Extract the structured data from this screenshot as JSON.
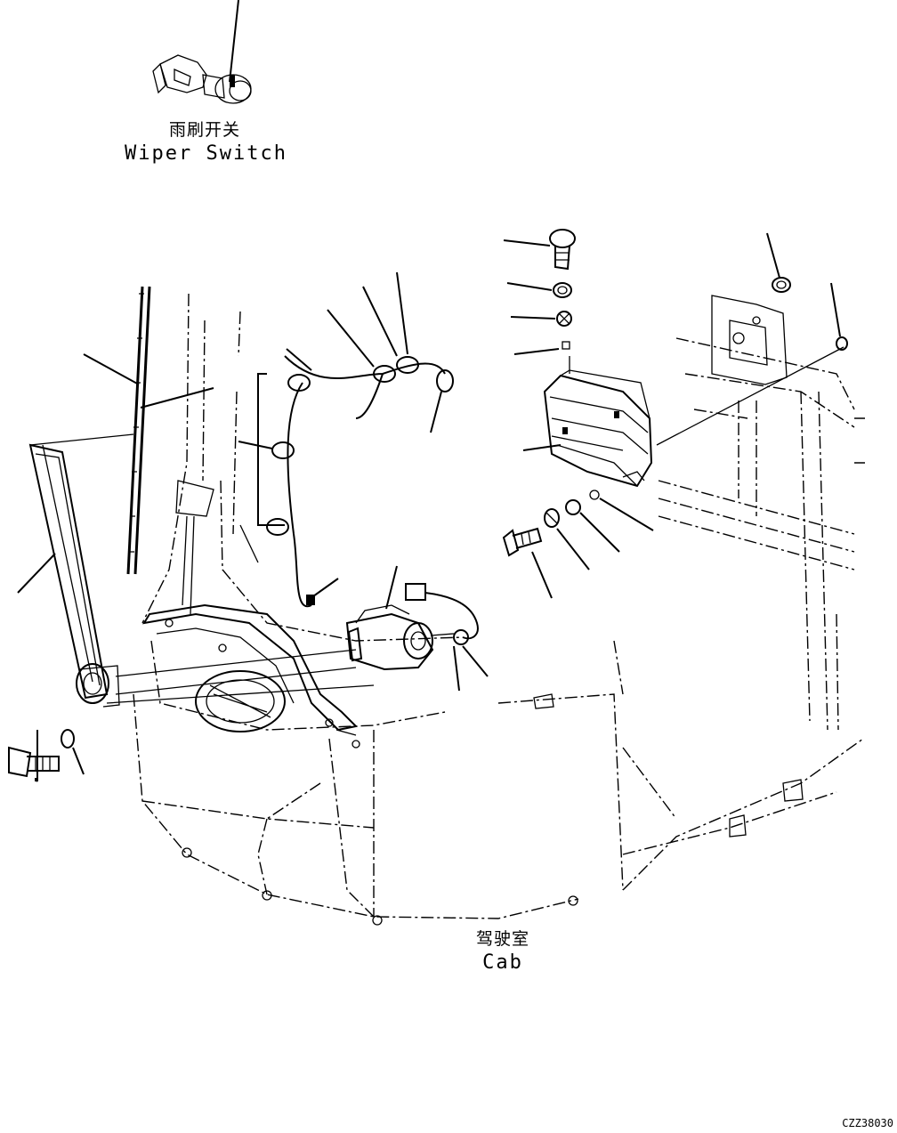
{
  "labels": {
    "wiper_switch_cn": "雨刷开关",
    "wiper_switch_en": "Wiper Switch",
    "cab_cn": "驾驶室",
    "cab_en": "Cab"
  },
  "drawing_code": "CZZ38030"
}
